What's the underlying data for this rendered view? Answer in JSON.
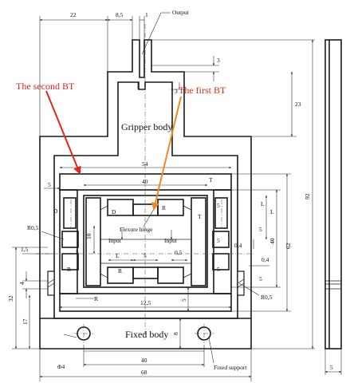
{
  "annotations": {
    "second_bt": "The second BT",
    "first_bt": "The first BT",
    "output": "Output",
    "gripper_body": "Gripper body",
    "fixed_body": "Fixed body",
    "fixed_support": "Fixed support",
    "flexure_hinge": "Flexure hinge",
    "input_left": "Input",
    "input_right": "Input",
    "arrow_colors": {
      "second_bt": "#e3261c",
      "first_bt": "#f08a24"
    }
  },
  "dimensions": {
    "d22": "22",
    "d8_5": "8,5",
    "d1": "1",
    "d3a": "3",
    "d3b": "3",
    "d23": "23",
    "d54": "54",
    "d40a": "40",
    "d5a": "5",
    "dT": "T",
    "dD1": "D",
    "dD2": "D",
    "dR0_5a": "R0,5",
    "d10": "10",
    "d5b": "5",
    "dL1": "L",
    "dL2": "L",
    "dL3": "L",
    "dL4": "L",
    "d5c": "5",
    "dR1": "R",
    "dR2": "R",
    "dR3": "R",
    "dR4": "R",
    "d1_5": "1,5",
    "d0_4a": "0,4",
    "d0_4b": "0,4",
    "d40b": "40",
    "d5d": "5",
    "d0_5": "0,5",
    "d5e": "5",
    "dT2": "T",
    "d5f": "5",
    "d5g": "5",
    "d62": "62",
    "d92": "92",
    "d32": "32",
    "d4a": "4",
    "d17": "17",
    "d12_5": "12,5",
    "d5h": "5",
    "dR0_5b": "R0,5",
    "d8": "8",
    "d40c": "40",
    "dPhi4": "Φ4",
    "d68": "68",
    "d5side": "5"
  }
}
